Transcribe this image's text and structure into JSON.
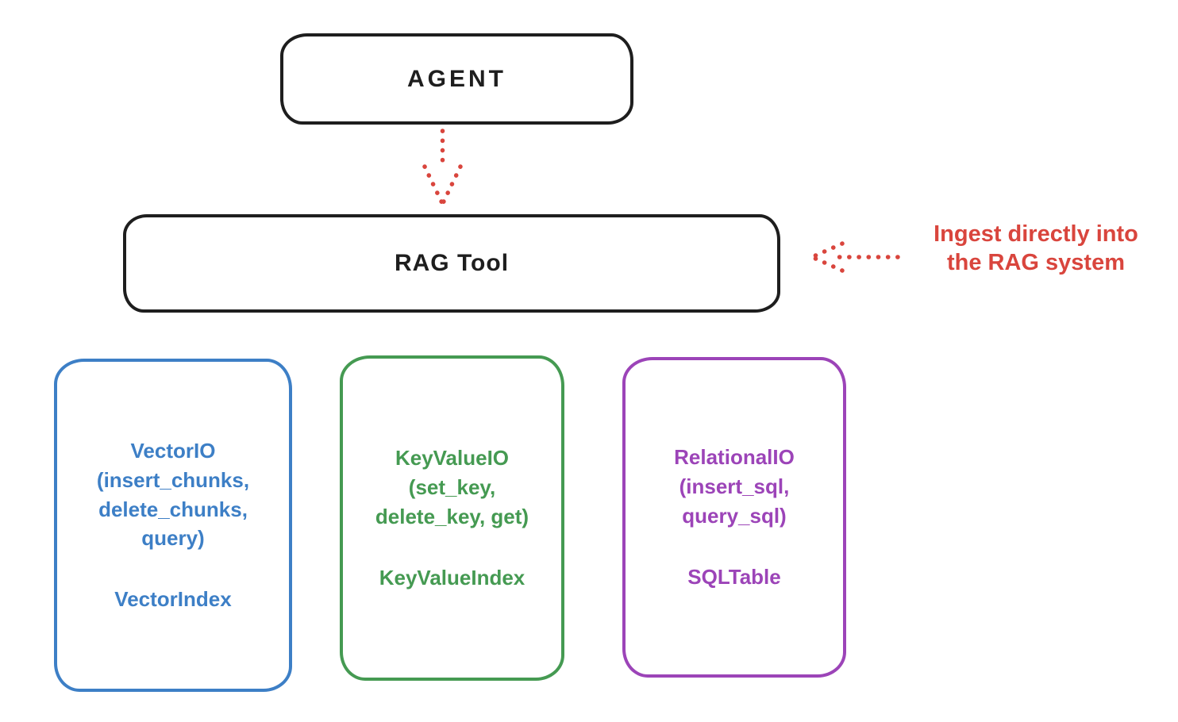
{
  "diagram": {
    "background_color": "#ffffff",
    "ink_color": "#1e1e1e",
    "accent_red": "#d9453d",
    "agent_box": {
      "label": "AGENT"
    },
    "rag_tool_box": {
      "label": "RAG Tool"
    },
    "agent_to_rag_arrow": {
      "style": "dotted",
      "direction": "down",
      "color": "#d9453d"
    },
    "annotation": {
      "text_lines": [
        "Ingest directly into",
        "the RAG system"
      ],
      "color": "#d9453d",
      "arrow_style": "dotted",
      "arrow_direction": "left"
    },
    "storage_boxes": [
      {
        "name": "vector-io",
        "color": "#3d7fc6",
        "io_lines": [
          "VectorIO",
          "(insert_chunks,",
          "delete_chunks,",
          "query)"
        ],
        "index_label": "VectorIndex"
      },
      {
        "name": "keyvalue-io",
        "color": "#459a52",
        "io_lines": [
          "KeyValueIO",
          "(set_key,",
          "delete_key, get)"
        ],
        "index_label": "KeyValueIndex"
      },
      {
        "name": "relational-io",
        "color": "#9c44b8",
        "io_lines": [
          "RelationalIO",
          "(insert_sql,",
          "query_sql)"
        ],
        "index_label": "SQLTable"
      }
    ]
  }
}
